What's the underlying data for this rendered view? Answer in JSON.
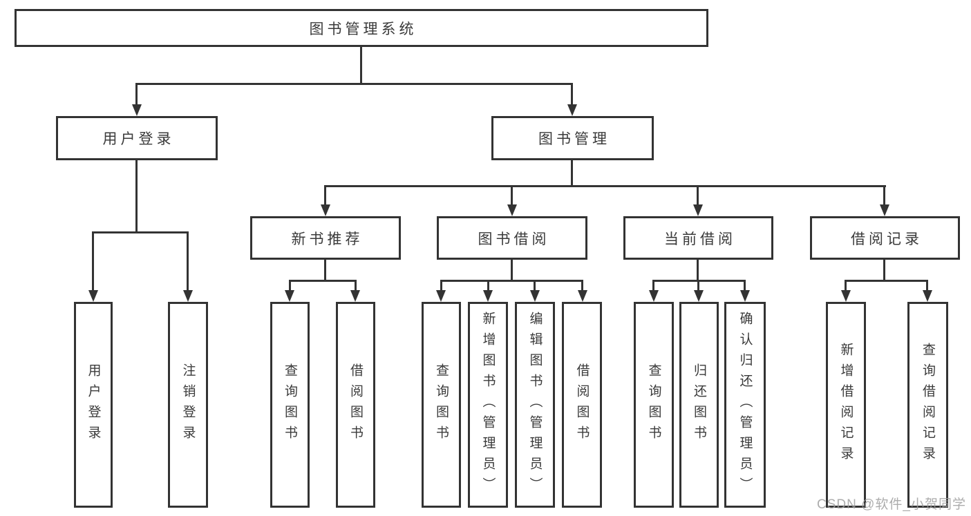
{
  "title": {
    "label": "图书管理系统"
  },
  "level2": {
    "user_login": {
      "label": "用户登录"
    },
    "book_mgmt": {
      "label": "图书管理"
    }
  },
  "level3": {
    "new_book_rec": {
      "label": "新书推荐"
    },
    "book_borrow": {
      "label": "图书借阅"
    },
    "current_borrow": {
      "label": "当前借阅"
    },
    "borrow_record": {
      "label": "借阅记录"
    }
  },
  "leaves": {
    "login": {
      "label": "用户登录"
    },
    "logout": {
      "label": "注销登录"
    },
    "rec_query": {
      "label": "查询图书"
    },
    "rec_borrow": {
      "label": "借阅图书"
    },
    "bb_query": {
      "label": "查询图书"
    },
    "bb_add": {
      "label": "新增图书（管理员）"
    },
    "bb_edit": {
      "label": "编辑图书（管理员）"
    },
    "bb_borrow": {
      "label": "借阅图书"
    },
    "cb_query": {
      "label": "查询图书"
    },
    "cb_return": {
      "label": "归还图书"
    },
    "cb_confirm": {
      "label": "确认归还（管理员）"
    },
    "br_add": {
      "label": "新增借阅记录"
    },
    "br_query": {
      "label": "查询借阅记录"
    }
  },
  "watermark": {
    "text": "CSDN @软件_小贺同学"
  },
  "colors": {
    "line": "#333333",
    "box_fill": "#ffffff",
    "text": "#3a3a3a",
    "watermark": "#9e9e9e"
  }
}
